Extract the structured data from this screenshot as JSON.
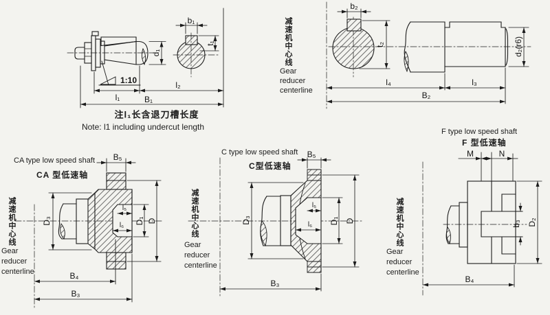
{
  "page": {
    "background": "#f3f3ef",
    "ink": "#1c1c1c"
  },
  "taper_fig": {
    "b1": "b₁",
    "t1": "t₁",
    "d1": "d₁",
    "taper": "1:10",
    "l1": "l₁",
    "l2": "l₂",
    "B1": "B₁",
    "note_cn": "注l₁长含退刀槽长度",
    "note_en": "Note: l1 including undercut length"
  },
  "keyed_fig": {
    "b2": "b₂",
    "t2": "t₂",
    "d2": "d₂(r6)",
    "l4": "l₄",
    "l3": "l₃",
    "B2": "B₂",
    "centerline_cn": "减速机中心线",
    "centerline_en": [
      "Gear",
      "reducer",
      "centerline"
    ]
  },
  "ca_fig": {
    "title_en": "CA type low speed shaft",
    "title_cn": "CA 型低速轴",
    "B5": "B₅",
    "D3": "D₃",
    "l5": "l₅",
    "l6": "l₆",
    "D1": "D₁",
    "D": "D",
    "B4": "B₄",
    "B3": "B₃",
    "centerline_cn": "减速机中心线",
    "centerline_en": [
      "Gear",
      "reducer",
      "centerline"
    ]
  },
  "c_fig": {
    "title_en": "C type low speed shaft",
    "title_cn": "C型低速轴",
    "B5": "B₅",
    "D3": "D₃",
    "l5": "l₅",
    "l6": "l₆",
    "D1": "D₁",
    "D": "D",
    "B3": "B₃",
    "centerline_cn": "减速机中心线",
    "centerline_en": [
      "Gear",
      "reducer",
      "centerline"
    ]
  },
  "f_fig": {
    "title_en": "F type low speed shaft",
    "title_cn": "F 型低速轴",
    "M": "M",
    "N": "N",
    "b3": "b₃",
    "D2": "D₂",
    "B4": "B₄",
    "centerline_cn": "减速机中心线",
    "centerline_en": [
      "Gear",
      "reducer",
      "centerline"
    ]
  }
}
